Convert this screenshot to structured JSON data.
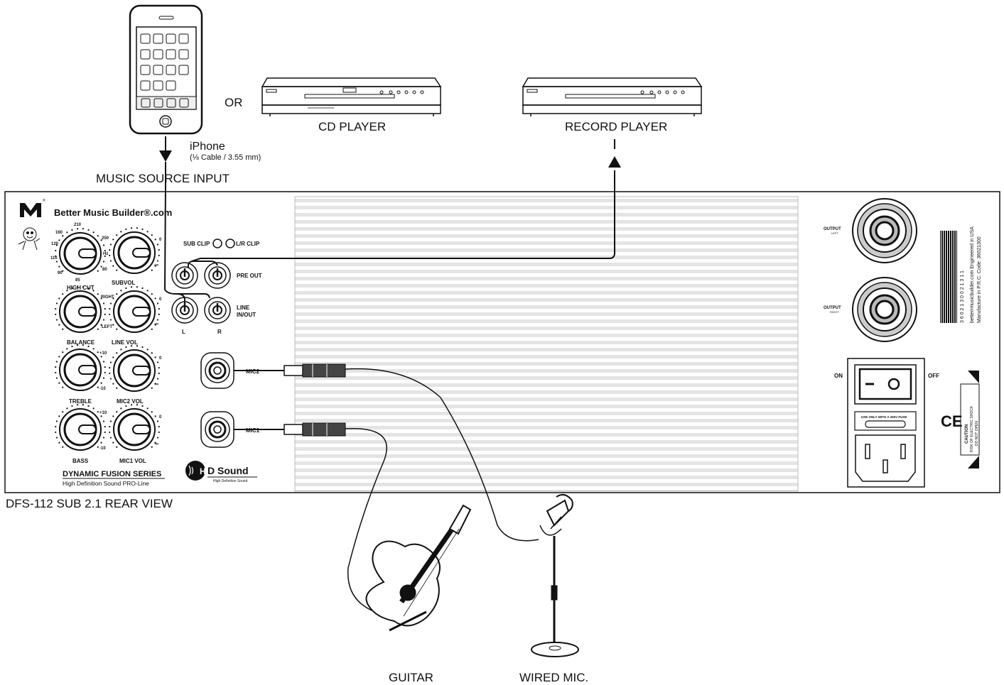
{
  "labels": {
    "or": "OR",
    "cd_player": "CD PLAYER",
    "record_player": "RECORD PLAYER",
    "iphone": "iPhone",
    "iphone_cable": "(⅛ Cable / 3.55 mm)",
    "music_source_input": "MUSIC SOURCE INPUT",
    "rear_view": "DFS-112 SUB 2.1 REAR VIEW",
    "guitar": "GUITAR",
    "wired_mic": "WIRED MIC."
  },
  "panel": {
    "brand": "Better Music Builder®.com",
    "series": "DYNAMIC FUSION SERIES",
    "series_sub": "High Definition Sound PRO-Line",
    "hd_sound": "D Sound",
    "hd_sound_sub": "High Definition Sound",
    "knobs": {
      "high_cut": "HIGH CUT",
      "subvol": "SUBVOL",
      "balance": "BALANCE",
      "line_vol": "LINE VOL",
      "treble": "TREBLE",
      "mic2_vol": "MIC2 VOL",
      "bass": "BASS",
      "mic1_vol": "MIC1 VOL"
    },
    "scale": {
      "hc_210": "210",
      "hc_160": "160",
      "hc_250": "250",
      "hc_120": "120",
      "hc_110": "110",
      "hc_90": "90",
      "hc_85": "85",
      "hc_80": "80",
      "hz": "Hz",
      "zero": "0",
      "minus_inf": "-∞",
      "right": "RIGHT",
      "left": "LEFT",
      "plus10": "+10",
      "minus10": "-10"
    },
    "sub_clip": "SUB CLIP",
    "lr_clip": "L/R CLIP",
    "pre_out": "PRE OUT",
    "line_in_out_1": "LINE",
    "line_in_out_2": "IN/OUT",
    "l": "L",
    "r": "R",
    "mic2": "MIC2",
    "mic1": "MIC1",
    "output_left_1": "OUTPUT",
    "output_left_2": "LEFT",
    "output_right_1": "OUTPUT",
    "output_right_2": "RIGHT",
    "on": "ON",
    "off": "OFF",
    "fuse": "USE ONLY WITH A 250V FUSE",
    "barcode_number": "3 6 0 2 1 3 0 0 2 1 3 1 1",
    "vertical_line1": "betterrmusicbuilder.com Engineered in USA",
    "vertical_line2": "Manufacture in P.R.C. Code: 36021300",
    "caution": "CAUTION",
    "risk": "RISK OF ELECTRIC SHOCK",
    "do_not_open": "DO NOT OPEN",
    "ce": "CE"
  }
}
